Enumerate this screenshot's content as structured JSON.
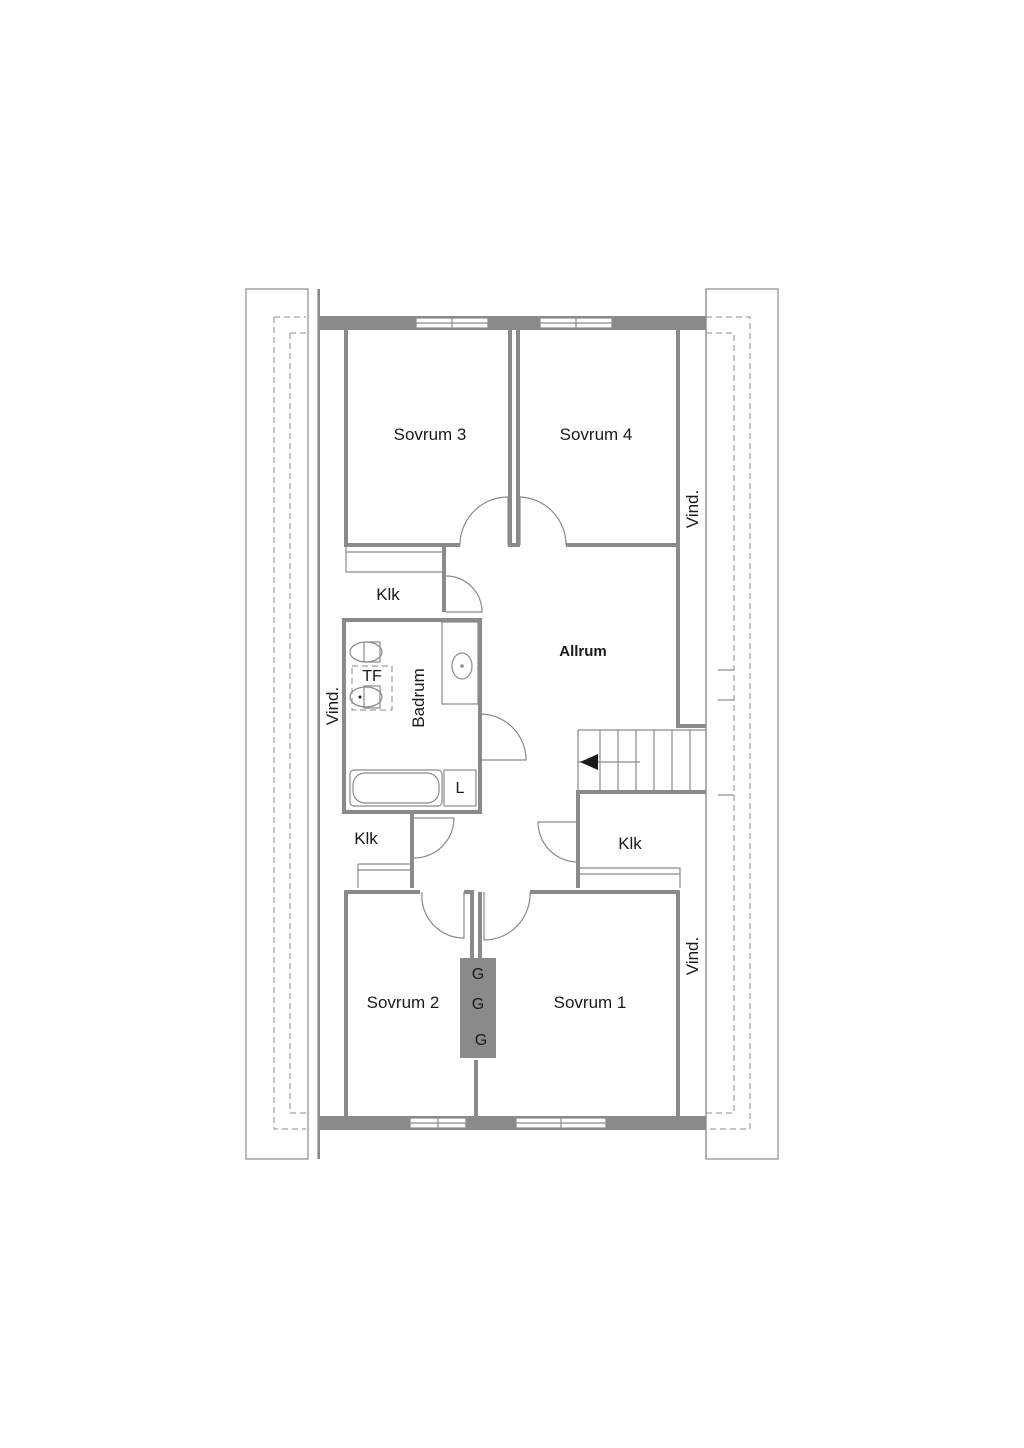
{
  "rooms": {
    "sovrum3": "Sovrum 3",
    "sovrum4": "Sovrum 4",
    "sovrum2": "Sovrum 2",
    "sovrum1": "Sovrum 1",
    "allrum": "Allrum",
    "badrum": "Badrum",
    "klk_upper": "Klk",
    "klk_lower_left": "Klk",
    "klk_lower_right": "Klk",
    "vind_left": "Vind.",
    "vind_right_upper": "Vind.",
    "vind_right_lower": "Vind."
  },
  "fixtures": {
    "tf": "TF",
    "linen": "L",
    "chimney": [
      "G",
      "G",
      "G"
    ]
  }
}
